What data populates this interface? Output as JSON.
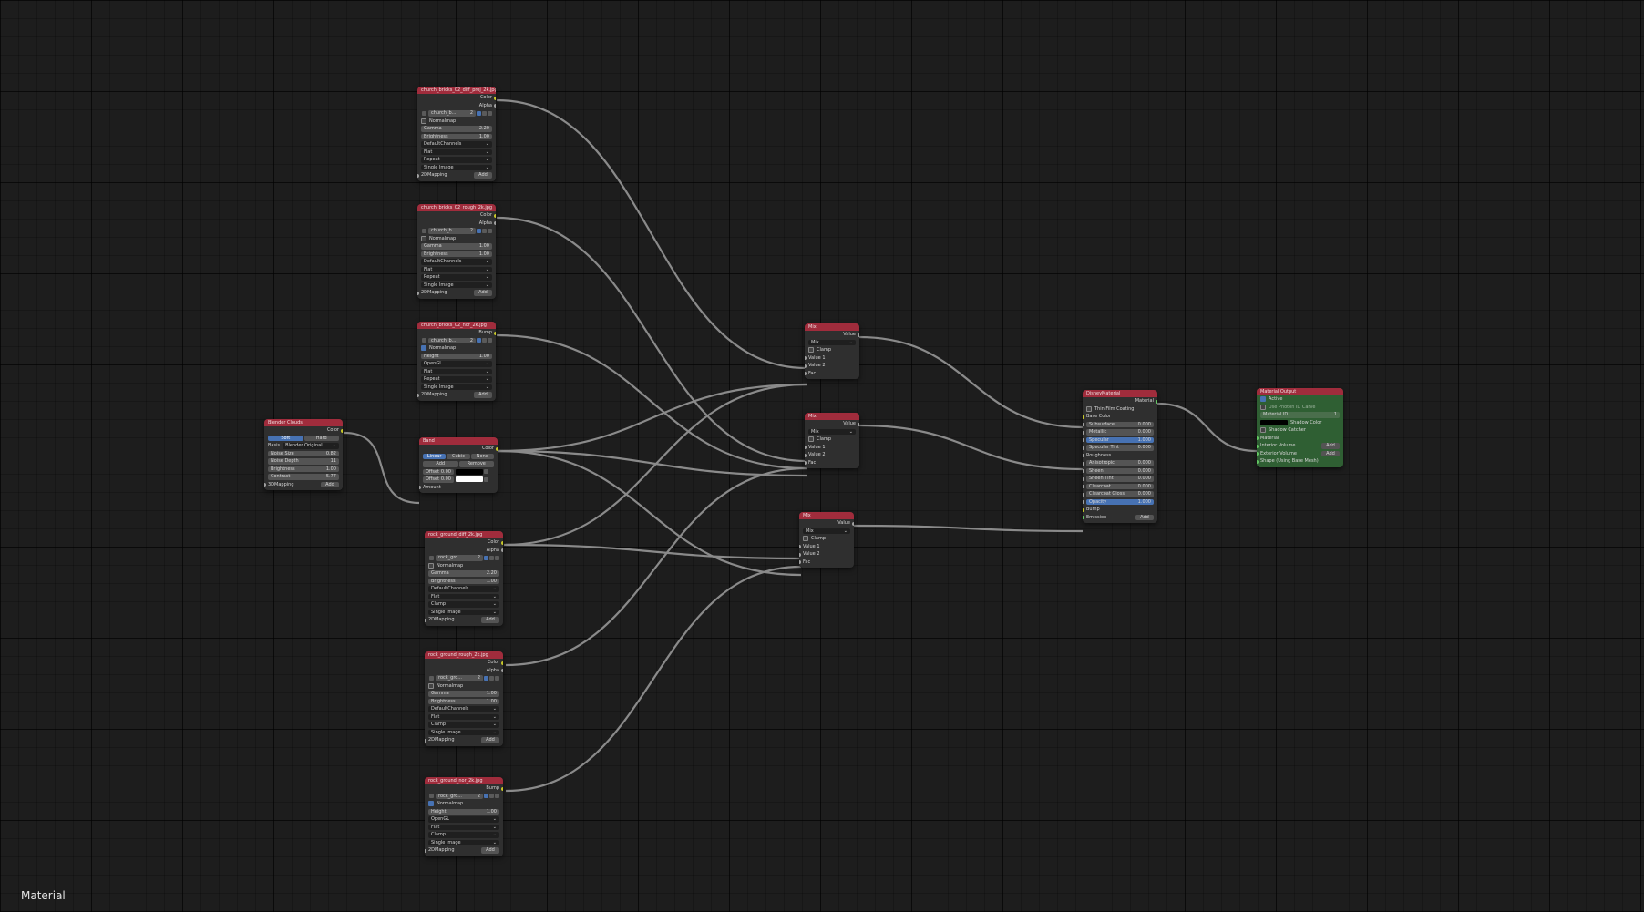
{
  "view_label": "Material",
  "colors": {
    "header_red": "#a02c3c",
    "output_green": "#2f5f33",
    "socket_yellow": "#c7c729",
    "socket_gray": "#a1a1a1",
    "socket_green": "#63c763",
    "select_blue": "#4772b3"
  },
  "nodes": [
    {
      "id": "tex1",
      "title": "church_bricks_02_diff_proj_2k.jpg",
      "outputs": [
        "Color",
        "Alpha"
      ],
      "image_name": "church_b...",
      "users": "2",
      "normalmap_label": "Normalmap",
      "gamma_label": "Gamma",
      "gamma": "2.20",
      "brightness_label": "Brightness",
      "brightness": "1.00",
      "channels": "DefaultChannels",
      "projection": "Flat",
      "extension": "Repeat",
      "source": "Single Image",
      "mapping": "2DMapping",
      "mapping_add": "Add"
    },
    {
      "id": "tex2",
      "title": "church_bricks_02_rough_2k.jpg",
      "outputs": [
        "Color",
        "Alpha"
      ],
      "image_name": "church_b...",
      "users": "2",
      "normalmap_label": "Normalmap",
      "gamma_label": "Gamma",
      "gamma": "1.00",
      "brightness_label": "Brightness",
      "brightness": "1.00",
      "channels": "DefaultChannels",
      "projection": "Flat",
      "extension": "Repeat",
      "source": "Single Image",
      "mapping": "2DMapping",
      "mapping_add": "Add"
    },
    {
      "id": "tex3",
      "title": "church_bricks_02_nor_2k.jpg",
      "outputs": [
        "Bump"
      ],
      "image_name": "church_b...",
      "users": "2",
      "normalmap_label": "Normalmap",
      "height_label": "Height",
      "height": "1.00",
      "api": "OpenGL",
      "projection": "Flat",
      "extension": "Repeat",
      "source": "Single Image",
      "mapping": "2DMapping",
      "mapping_add": "Add"
    },
    {
      "id": "clouds",
      "title": "Blender Clouds",
      "outputs": [
        "Color"
      ],
      "seg": [
        "Soft",
        "Hard"
      ],
      "basis_label": "Basis",
      "basis": "Blender Original",
      "noise_size_label": "Noise Size",
      "noise_size": "0.82",
      "noise_depth_label": "Noise Depth",
      "noise_depth": "11",
      "brightness_label": "Brightness",
      "brightness": "1.00",
      "contrast_label": "Contrast",
      "contrast": "5.77",
      "mapping": "3DMapping",
      "mapping_add": "Add"
    },
    {
      "id": "band",
      "title": "Band",
      "outputs": [
        "Color"
      ],
      "interp": [
        "Linear",
        "Cubic",
        "None"
      ],
      "add_label": "Add",
      "remove_label": "Remove",
      "offset_label": "Offset",
      "offset1": "0.00",
      "offset2": "0.00",
      "inputs": [
        "Amount"
      ]
    },
    {
      "id": "tex4",
      "title": "rock_ground_diff_2k.jpg",
      "outputs": [
        "Color",
        "Alpha"
      ],
      "image_name": "rock_gro...",
      "users": "2",
      "normalmap_label": "Normalmap",
      "gamma_label": "Gamma",
      "gamma": "2.20",
      "brightness_label": "Brightness",
      "brightness": "1.00",
      "channels": "DefaultChannels",
      "projection": "Flat",
      "extension": "Clamp",
      "source": "Single Image",
      "mapping": "2DMapping",
      "mapping_add": "Add"
    },
    {
      "id": "tex5",
      "title": "rock_ground_rough_2k.jpg",
      "outputs": [
        "Color",
        "Alpha"
      ],
      "image_name": "rock_gro...",
      "users": "2",
      "normalmap_label": "Normalmap",
      "gamma_label": "Gamma",
      "gamma": "1.00",
      "brightness_label": "Brightness",
      "brightness": "1.00",
      "channels": "DefaultChannels",
      "projection": "Flat",
      "extension": "Clamp",
      "source": "Single Image",
      "mapping": "2DMapping",
      "mapping_add": "Add"
    },
    {
      "id": "tex6",
      "title": "rock_ground_nor_2k.jpg",
      "outputs": [
        "Bump"
      ],
      "image_name": "rock_gro...",
      "users": "2",
      "normalmap_label": "Normalmap",
      "height_label": "Height",
      "height": "1.00",
      "api": "OpenGL",
      "projection": "Flat",
      "extension": "Clamp",
      "source": "Single Image",
      "mapping": "2DMapping",
      "mapping_add": "Add"
    },
    {
      "id": "mix1",
      "title": "Mix",
      "outputs": [
        "Value"
      ],
      "mode": "Mix",
      "clamp_label": "Clamp",
      "inputs": [
        "Value 1",
        "Value 2",
        "Fac"
      ]
    },
    {
      "id": "mix2",
      "title": "Mix",
      "outputs": [
        "Value"
      ],
      "mode": "Mix",
      "clamp_label": "Clamp",
      "inputs": [
        "Value 1",
        "Value 2",
        "Fac"
      ]
    },
    {
      "id": "mix3",
      "title": "Mix",
      "outputs": [
        "Value"
      ],
      "mode": "Mix",
      "clamp_label": "Clamp",
      "inputs": [
        "Value 1",
        "Value 2",
        "Fac"
      ]
    },
    {
      "id": "disney",
      "title": "DisneyMaterial",
      "outputs": [
        "Material"
      ],
      "thin_label": "Thin Film Coating",
      "base_color_label": "Base Color",
      "params": [
        {
          "label": "Subsurface",
          "value": "0.000"
        },
        {
          "label": "Metallic",
          "value": "0.000"
        },
        {
          "label": "Specular",
          "value": "1.000"
        },
        {
          "label": "Specular Tint",
          "value": "0.000"
        },
        {
          "label": "Roughness",
          "value": ""
        },
        {
          "label": "Anisotropic",
          "value": "0.000"
        },
        {
          "label": "Sheen",
          "value": "0.000"
        },
        {
          "label": "Sheen Tint",
          "value": "0.000"
        },
        {
          "label": "Clearcoat",
          "value": "0.000"
        },
        {
          "label": "Clearcoat Gloss",
          "value": "0.000"
        },
        {
          "label": "Opacity",
          "value": "1.000"
        }
      ],
      "bump_label": "Bump",
      "emission_label": "Emission",
      "emission_add": "Add"
    },
    {
      "id": "matout",
      "title": "Material Output",
      "active_label": "Active",
      "use_label": "Use Photon ID Carve",
      "material_id_label": "Material ID",
      "material_id": "1",
      "shadow_color_label": "Shadow Color",
      "shadow_catcher_label": "Shadow Catcher",
      "inputs": [
        "Material",
        "Interior Volume",
        "Exterior Volume",
        "Shape (Using Base Mesh)"
      ],
      "vol_add": "Add"
    }
  ]
}
